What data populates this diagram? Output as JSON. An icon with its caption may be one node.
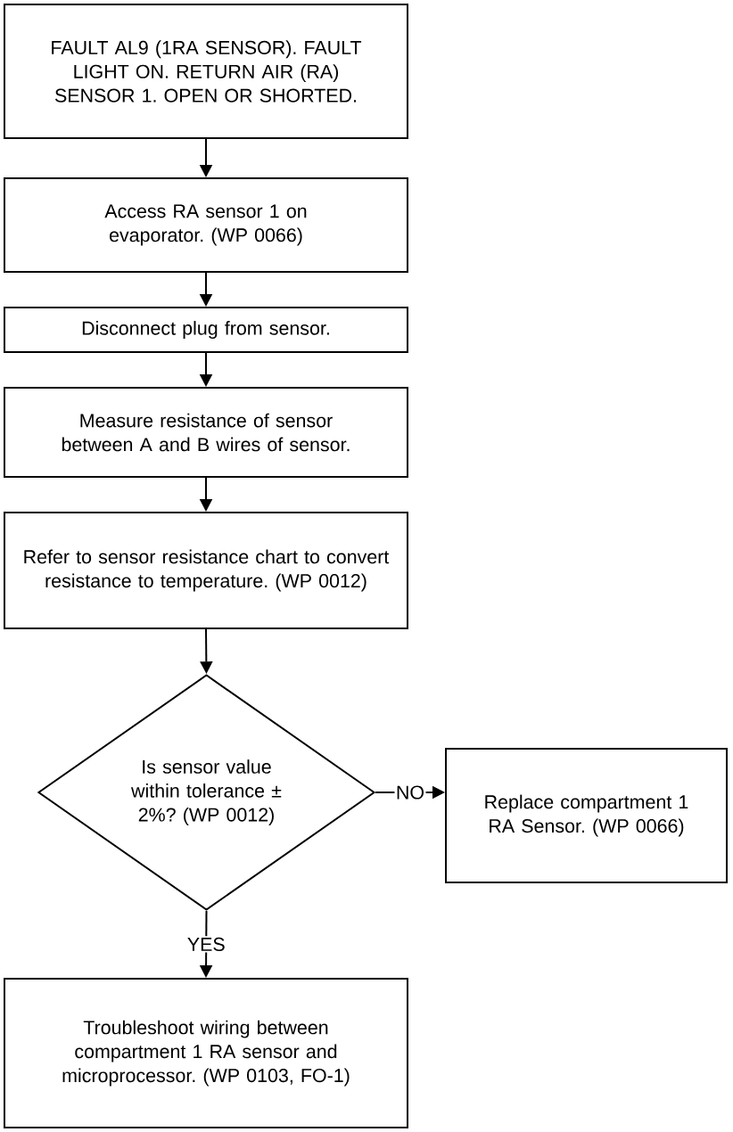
{
  "diagram": {
    "nodes": [
      {
        "text": [
          "FAULT AL9 (1RA SENSOR). FAULT LIGHT ON. RETURN AIR (RA) SENSOR 1. OPEN OR SHORTED."
        ]
      },
      {
        "text": [
          "Access RA sensor 1 on evaporator. (WP 0066)"
        ]
      },
      {
        "text": [
          "Disconnect plug from sensor."
        ]
      },
      {
        "text": [
          "Measure resistance of sensor between A and B wires of sensor."
        ]
      },
      {
        "text": [
          "Refer to sensor resistance chart to convert resistance to temperature. (WP 0012)"
        ]
      },
      {
        "text": [
          "Is sensor value within tolerance ± 2%? (WP 0012)"
        ]
      },
      {
        "text": [
          "Replace compartment 1 RA Sensor. (WP 0066)"
        ]
      },
      {
        "text": [
          "Troubleshoot wiring between compartment 1 RA sensor and microprocessor. (WP 0103, FO-1)"
        ]
      }
    ],
    "edges": [
      {
        "from": 0,
        "to": 1,
        "arrow": "to"
      },
      {
        "from": 1,
        "to": 2,
        "arrow": "to"
      },
      {
        "from": 2,
        "to": 3,
        "arrow": "to"
      },
      {
        "from": 3,
        "to": 4,
        "arrow": "to"
      },
      {
        "from": 4,
        "to": 5,
        "arrow": "to"
      },
      {
        "from": 5,
        "to": 6,
        "arrow": "to",
        "label": "NO"
      },
      {
        "from": 5,
        "to": 7,
        "arrow": "to",
        "label": "YES"
      }
    ]
  }
}
